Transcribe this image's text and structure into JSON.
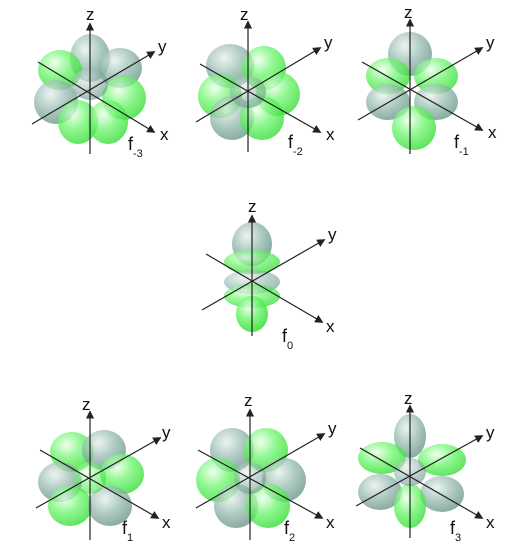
{
  "axes": {
    "z": "z",
    "y": "y",
    "x": "x"
  },
  "orbitals": [
    {
      "name": "f",
      "sub": "-3"
    },
    {
      "name": "f",
      "sub": "-2"
    },
    {
      "name": "f",
      "sub": "-1"
    },
    {
      "name": "f",
      "sub": "0"
    },
    {
      "name": "f",
      "sub": "1"
    },
    {
      "name": "f",
      "sub": "2"
    },
    {
      "name": "f",
      "sub": "3"
    }
  ],
  "colors": {
    "green": "#33ee33",
    "teal": "#6a9a8c",
    "axis": "#222222",
    "background": "#ffffff"
  }
}
